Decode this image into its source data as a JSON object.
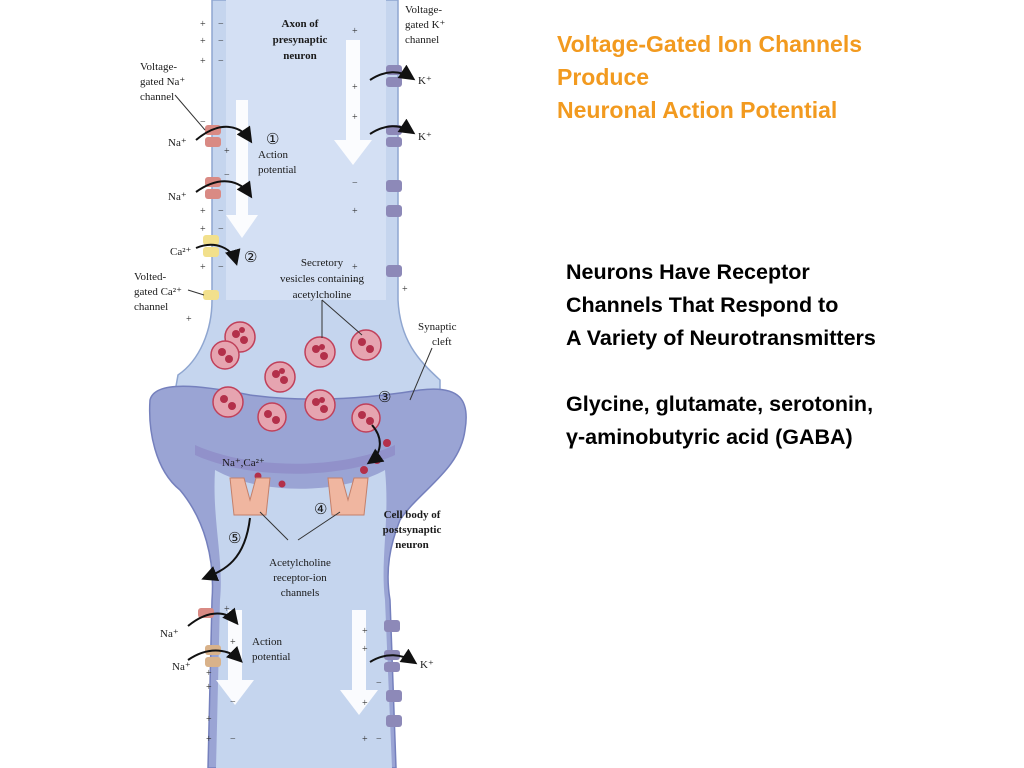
{
  "title": {
    "line1": "Voltage-Gated Ion Channels",
    "line2": "Produce",
    "line3": "Neuronal Action Potential"
  },
  "body": {
    "line1": "Neurons Have Receptor",
    "line2": "Channels That Respond to",
    "line3": "A Variety of Neurotransmitters",
    "line4": "Glycine, glutamate, serotonin,",
    "line5": "γ-aminobutyric acid (GABA)"
  },
  "diagram": {
    "axon_label": [
      "Axon of",
      "presynaptic",
      "neuron"
    ],
    "k_channel_label": [
      "Voltage-",
      "gated K⁺",
      "channel"
    ],
    "na_channel_label": [
      "Voltage-",
      "gated Na⁺",
      "channel"
    ],
    "step1": "①",
    "action_potential_1": [
      "Action",
      "potential"
    ],
    "step2": "②",
    "ca_channel_label": [
      "Volted-",
      "gated Ca²⁺",
      "channel"
    ],
    "vesicles_label": [
      "Secretory",
      "vesicles containing",
      "acetylcholine"
    ],
    "cleft_label": [
      "Synaptic",
      "cleft"
    ],
    "step3": "③",
    "step4": "④",
    "step5": "⑤",
    "na_ca_label": "Na⁺,Ca²⁺",
    "postsynaptic_label": [
      "Cell body of",
      "postsynaptic",
      "neuron"
    ],
    "receptor_label": [
      "Acetylcholine",
      "receptor-ion",
      "channels"
    ],
    "action_potential_2": [
      "Action",
      "potential"
    ],
    "ion_na": "Na⁺",
    "ion_k": "K⁺",
    "ion_ca": "Ca²⁺",
    "plus": "+",
    "minus": "−"
  },
  "colors": {
    "title": "#f29a1f",
    "body_text": "#000000",
    "neuron_fill": "#c5d5ee",
    "postsynaptic_fill": "#9aa4d4",
    "vesicle": "#c0405a"
  }
}
